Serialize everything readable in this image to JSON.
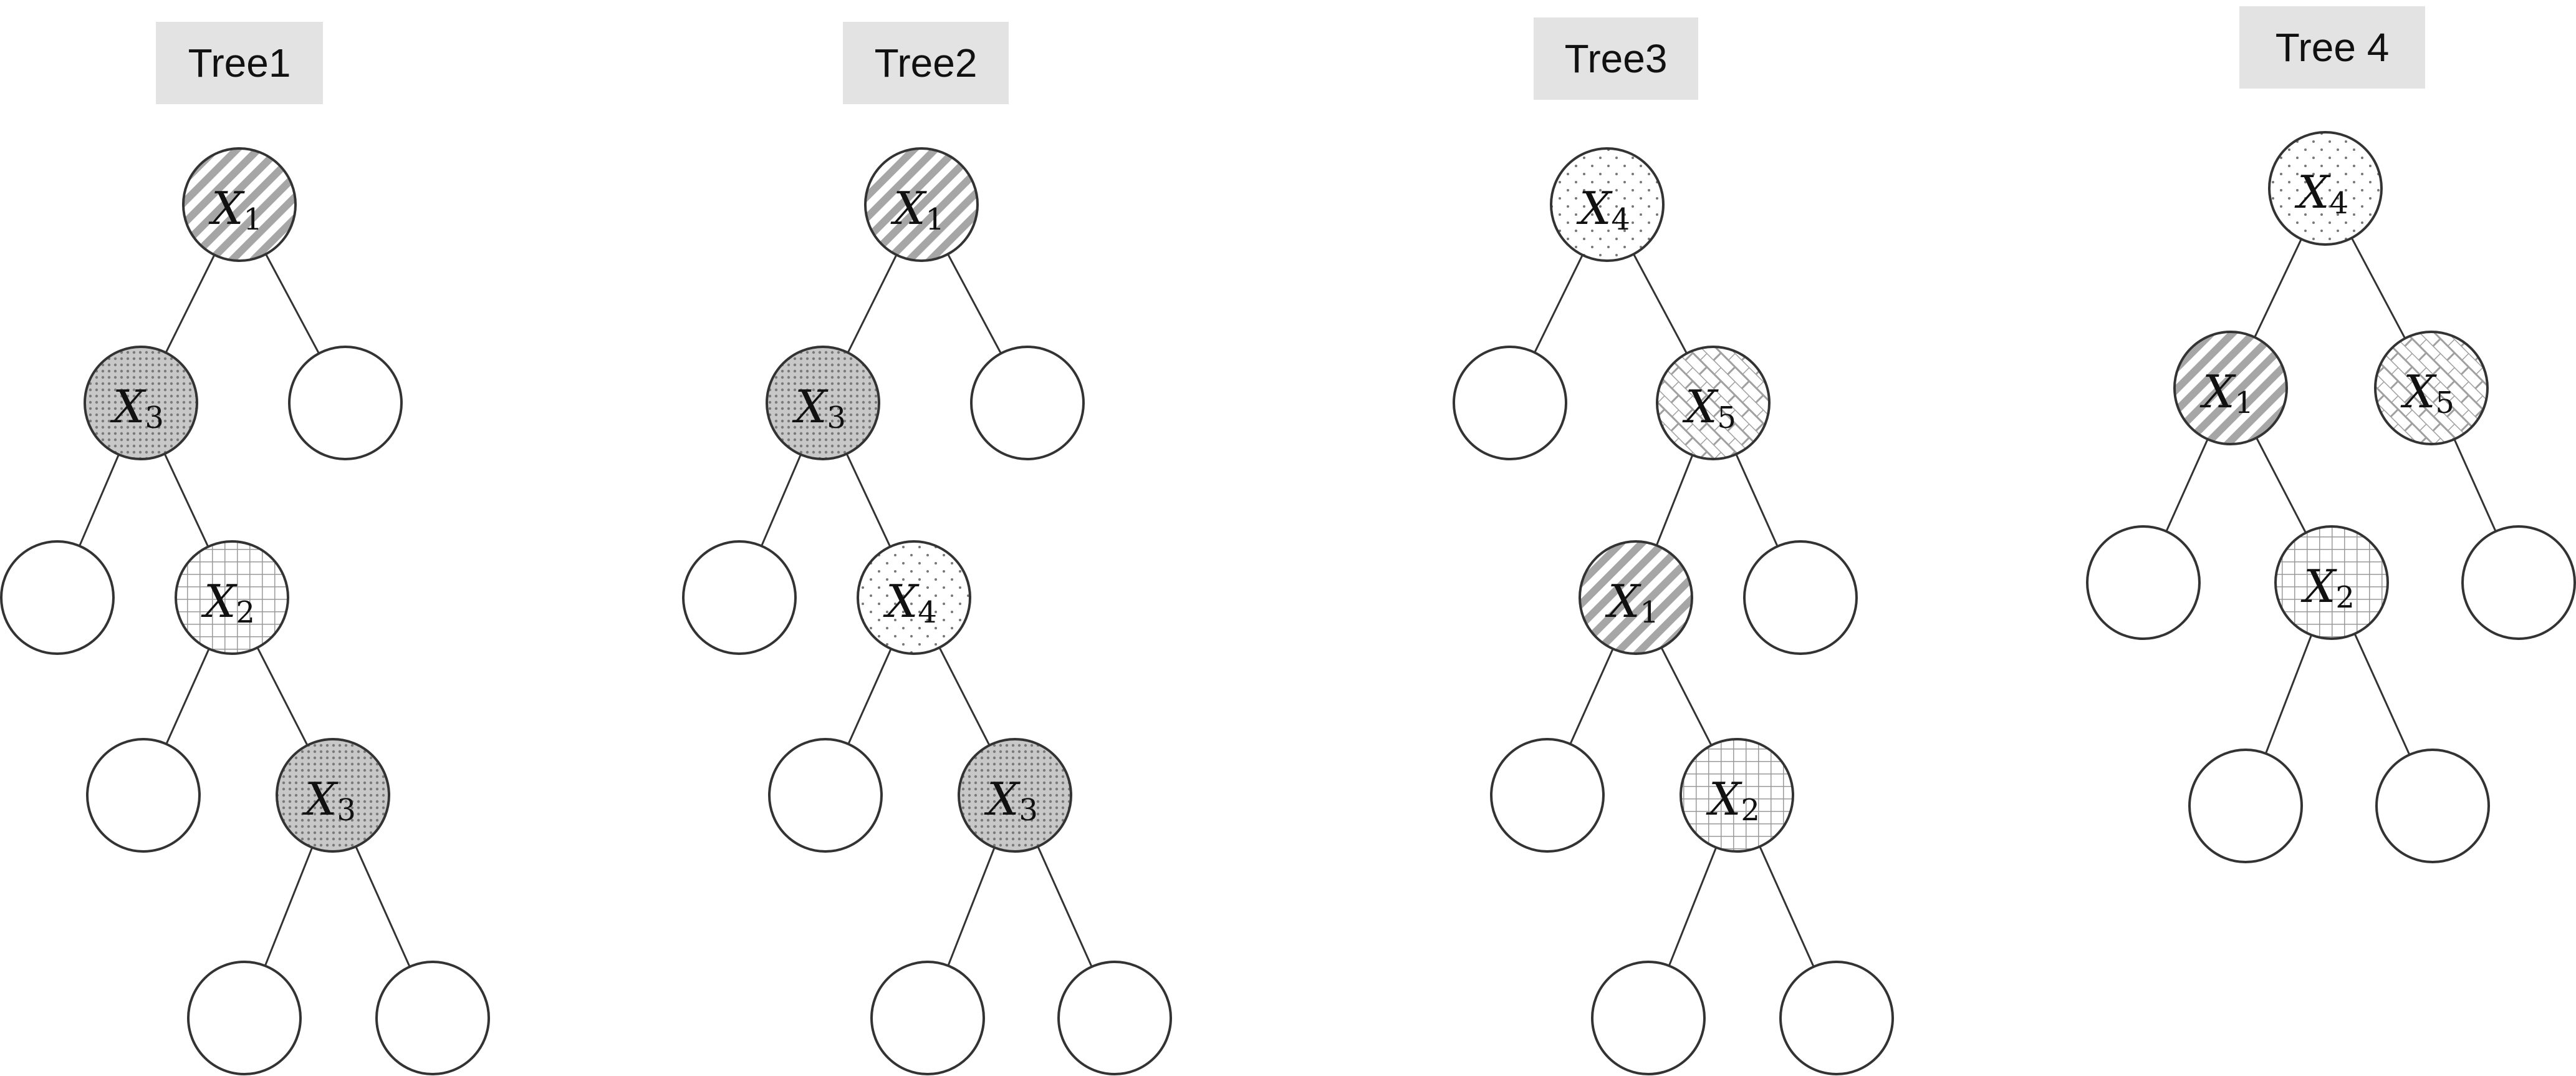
{
  "colors": {
    "title_box": "#e3e3e3",
    "edge": "#333333",
    "node_stroke": "#333333",
    "leaf_fill": "#ffffff",
    "X1_pattern": "diagonal-stripes-gray",
    "X2_pattern": "grid-hatch",
    "X3_pattern": "dense-dots-gray",
    "X4_pattern": "sparse-dots",
    "X5_pattern": "brick-hatch"
  },
  "trees": [
    {
      "title": "Tree1",
      "nodes": [
        {
          "id": "n1",
          "var": "X",
          "sub": "1",
          "kind": "X1"
        },
        {
          "id": "n2",
          "var": "X",
          "sub": "3",
          "kind": "X3"
        },
        {
          "id": "n3",
          "var": "",
          "sub": "",
          "kind": "leaf"
        },
        {
          "id": "n4",
          "var": "",
          "sub": "",
          "kind": "leaf"
        },
        {
          "id": "n5",
          "var": "X",
          "sub": "2",
          "kind": "X2"
        },
        {
          "id": "n6",
          "var": "",
          "sub": "",
          "kind": "leaf"
        },
        {
          "id": "n7",
          "var": "X",
          "sub": "3",
          "kind": "X3"
        },
        {
          "id": "n8",
          "var": "",
          "sub": "",
          "kind": "leaf"
        },
        {
          "id": "n9",
          "var": "",
          "sub": "",
          "kind": "leaf"
        }
      ],
      "edges": [
        [
          "n1",
          "n2"
        ],
        [
          "n1",
          "n3"
        ],
        [
          "n2",
          "n4"
        ],
        [
          "n2",
          "n5"
        ],
        [
          "n5",
          "n6"
        ],
        [
          "n5",
          "n7"
        ],
        [
          "n7",
          "n8"
        ],
        [
          "n7",
          "n9"
        ]
      ]
    },
    {
      "title": "Tree2",
      "nodes": [
        {
          "id": "n1",
          "var": "X",
          "sub": "1",
          "kind": "X1"
        },
        {
          "id": "n2",
          "var": "X",
          "sub": "3",
          "kind": "X3"
        },
        {
          "id": "n3",
          "var": "",
          "sub": "",
          "kind": "leaf"
        },
        {
          "id": "n4",
          "var": "",
          "sub": "",
          "kind": "leaf"
        },
        {
          "id": "n5",
          "var": "X",
          "sub": "4",
          "kind": "X4"
        },
        {
          "id": "n6",
          "var": "",
          "sub": "",
          "kind": "leaf"
        },
        {
          "id": "n7",
          "var": "X",
          "sub": "3",
          "kind": "X3"
        },
        {
          "id": "n8",
          "var": "",
          "sub": "",
          "kind": "leaf"
        },
        {
          "id": "n9",
          "var": "",
          "sub": "",
          "kind": "leaf"
        }
      ],
      "edges": [
        [
          "n1",
          "n2"
        ],
        [
          "n1",
          "n3"
        ],
        [
          "n2",
          "n4"
        ],
        [
          "n2",
          "n5"
        ],
        [
          "n5",
          "n6"
        ],
        [
          "n5",
          "n7"
        ],
        [
          "n7",
          "n8"
        ],
        [
          "n7",
          "n9"
        ]
      ]
    },
    {
      "title": "Tree3",
      "nodes": [
        {
          "id": "n1",
          "var": "X",
          "sub": "4",
          "kind": "X4"
        },
        {
          "id": "n2",
          "var": "",
          "sub": "",
          "kind": "leaf"
        },
        {
          "id": "n3",
          "var": "X",
          "sub": "5",
          "kind": "X5"
        },
        {
          "id": "n4",
          "var": "X",
          "sub": "1",
          "kind": "X1"
        },
        {
          "id": "n5",
          "var": "",
          "sub": "",
          "kind": "leaf"
        },
        {
          "id": "n6",
          "var": "",
          "sub": "",
          "kind": "leaf"
        },
        {
          "id": "n7",
          "var": "X",
          "sub": "2",
          "kind": "X2"
        },
        {
          "id": "n8",
          "var": "",
          "sub": "",
          "kind": "leaf"
        },
        {
          "id": "n9",
          "var": "",
          "sub": "",
          "kind": "leaf"
        }
      ],
      "edges": [
        [
          "n1",
          "n2"
        ],
        [
          "n1",
          "n3"
        ],
        [
          "n3",
          "n4"
        ],
        [
          "n3",
          "n5"
        ],
        [
          "n4",
          "n6"
        ],
        [
          "n4",
          "n7"
        ],
        [
          "n7",
          "n8"
        ],
        [
          "n7",
          "n9"
        ]
      ]
    },
    {
      "title": "Tree 4",
      "nodes": [
        {
          "id": "n1",
          "var": "X",
          "sub": "4",
          "kind": "X4"
        },
        {
          "id": "n2",
          "var": "X",
          "sub": "1",
          "kind": "X1"
        },
        {
          "id": "n3",
          "var": "X",
          "sub": "5",
          "kind": "X5"
        },
        {
          "id": "n4",
          "var": "",
          "sub": "",
          "kind": "leaf"
        },
        {
          "id": "n5",
          "var": "X",
          "sub": "2",
          "kind": "X2"
        },
        {
          "id": "n6",
          "var": "",
          "sub": "",
          "kind": "leaf"
        },
        {
          "id": "n7",
          "var": "",
          "sub": "",
          "kind": "leaf"
        },
        {
          "id": "n8",
          "var": "",
          "sub": "",
          "kind": "leaf"
        }
      ],
      "edges": [
        [
          "n1",
          "n2"
        ],
        [
          "n1",
          "n3"
        ],
        [
          "n2",
          "n4"
        ],
        [
          "n2",
          "n5"
        ],
        [
          "n3",
          "n6"
        ],
        [
          "n5",
          "n7"
        ],
        [
          "n5",
          "n8"
        ]
      ]
    }
  ]
}
